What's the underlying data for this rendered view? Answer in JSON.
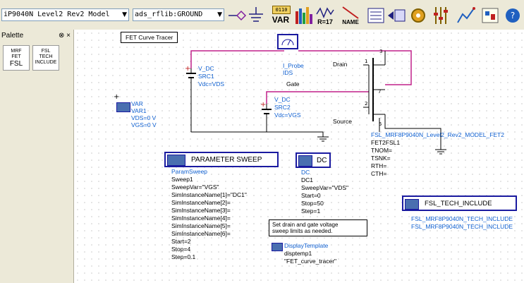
{
  "toolbar": {
    "model_combo": "iP9040N Level2 Rev2 Model",
    "lib_combo": "ads_rflib:GROUND",
    "var_label": "VAR",
    "var_top": "0110",
    "r17_label": "R=17",
    "name_label": "NAME"
  },
  "palette": {
    "title": "Palette",
    "window_btns": "⊗ ×",
    "item1": {
      "l1": "MRF",
      "l2": "FET",
      "l3": "FSL"
    },
    "item2": {
      "l1": "FSL",
      "l2": "TECH",
      "l3": "INCLUDE"
    }
  },
  "schematic": {
    "fet_box_label": "FET Curve Tracer",
    "iprobe": {
      "l1": "I_Probe",
      "l2": "IDS"
    },
    "drain": "Drain",
    "gate": "Gate",
    "source": "Source",
    "src1": {
      "l1": "V_DC",
      "l2": "SRC1",
      "l3": "Vdc=VDS"
    },
    "src2": {
      "l1": "V_DC",
      "l2": "SRC2",
      "l3": "Vdc=VGS"
    },
    "var": {
      "l1": "VAR",
      "l2": "VAR1",
      "l3": "VDS=0 V",
      "l4": "VGS=0 V"
    },
    "fet": {
      "l1": "FSL_MRF8P9040N_Level2_Rev2_MODEL_FET2",
      "l2": "FET2FSL1",
      "l3": "TNOM=",
      "l4": "TSNK=",
      "l5": "RTH=",
      "l6": "CTH="
    },
    "sweep": {
      "title": "PARAMETER SWEEP",
      "lines": [
        "ParamSweep",
        "Sweep1",
        "SweepVar=\"VGS\"",
        "SimInstanceName[1]=\"DC1\"",
        "SimInstanceName[2]=",
        "SimInstanceName[3]=",
        "SimInstanceName[4]=",
        "SimInstanceName[5]=",
        "SimInstanceName[6]=",
        "Start=2",
        "Stop=4",
        "Step=0.1"
      ]
    },
    "dc": {
      "title": "DC",
      "lines": [
        "DC",
        "DC1",
        "SweepVar=\"VDS\"",
        "Start=0",
        "Stop=50",
        "Step=1"
      ]
    },
    "note": {
      "l1": "Set drain and gate voltage",
      "l2": "sweep limits as needed."
    },
    "display": {
      "l1": "DisplayTemplate",
      "l2": "disptemp1",
      "l3": "\"FET_curve_tracer\""
    },
    "tech": {
      "title": "FSL_TECH_INCLUDE",
      "l1": "FSL_MRF8P9040N_TECH_INCLUDE",
      "l2": "FSL_MRF8P9040N_TECH_INCLUDE"
    }
  }
}
